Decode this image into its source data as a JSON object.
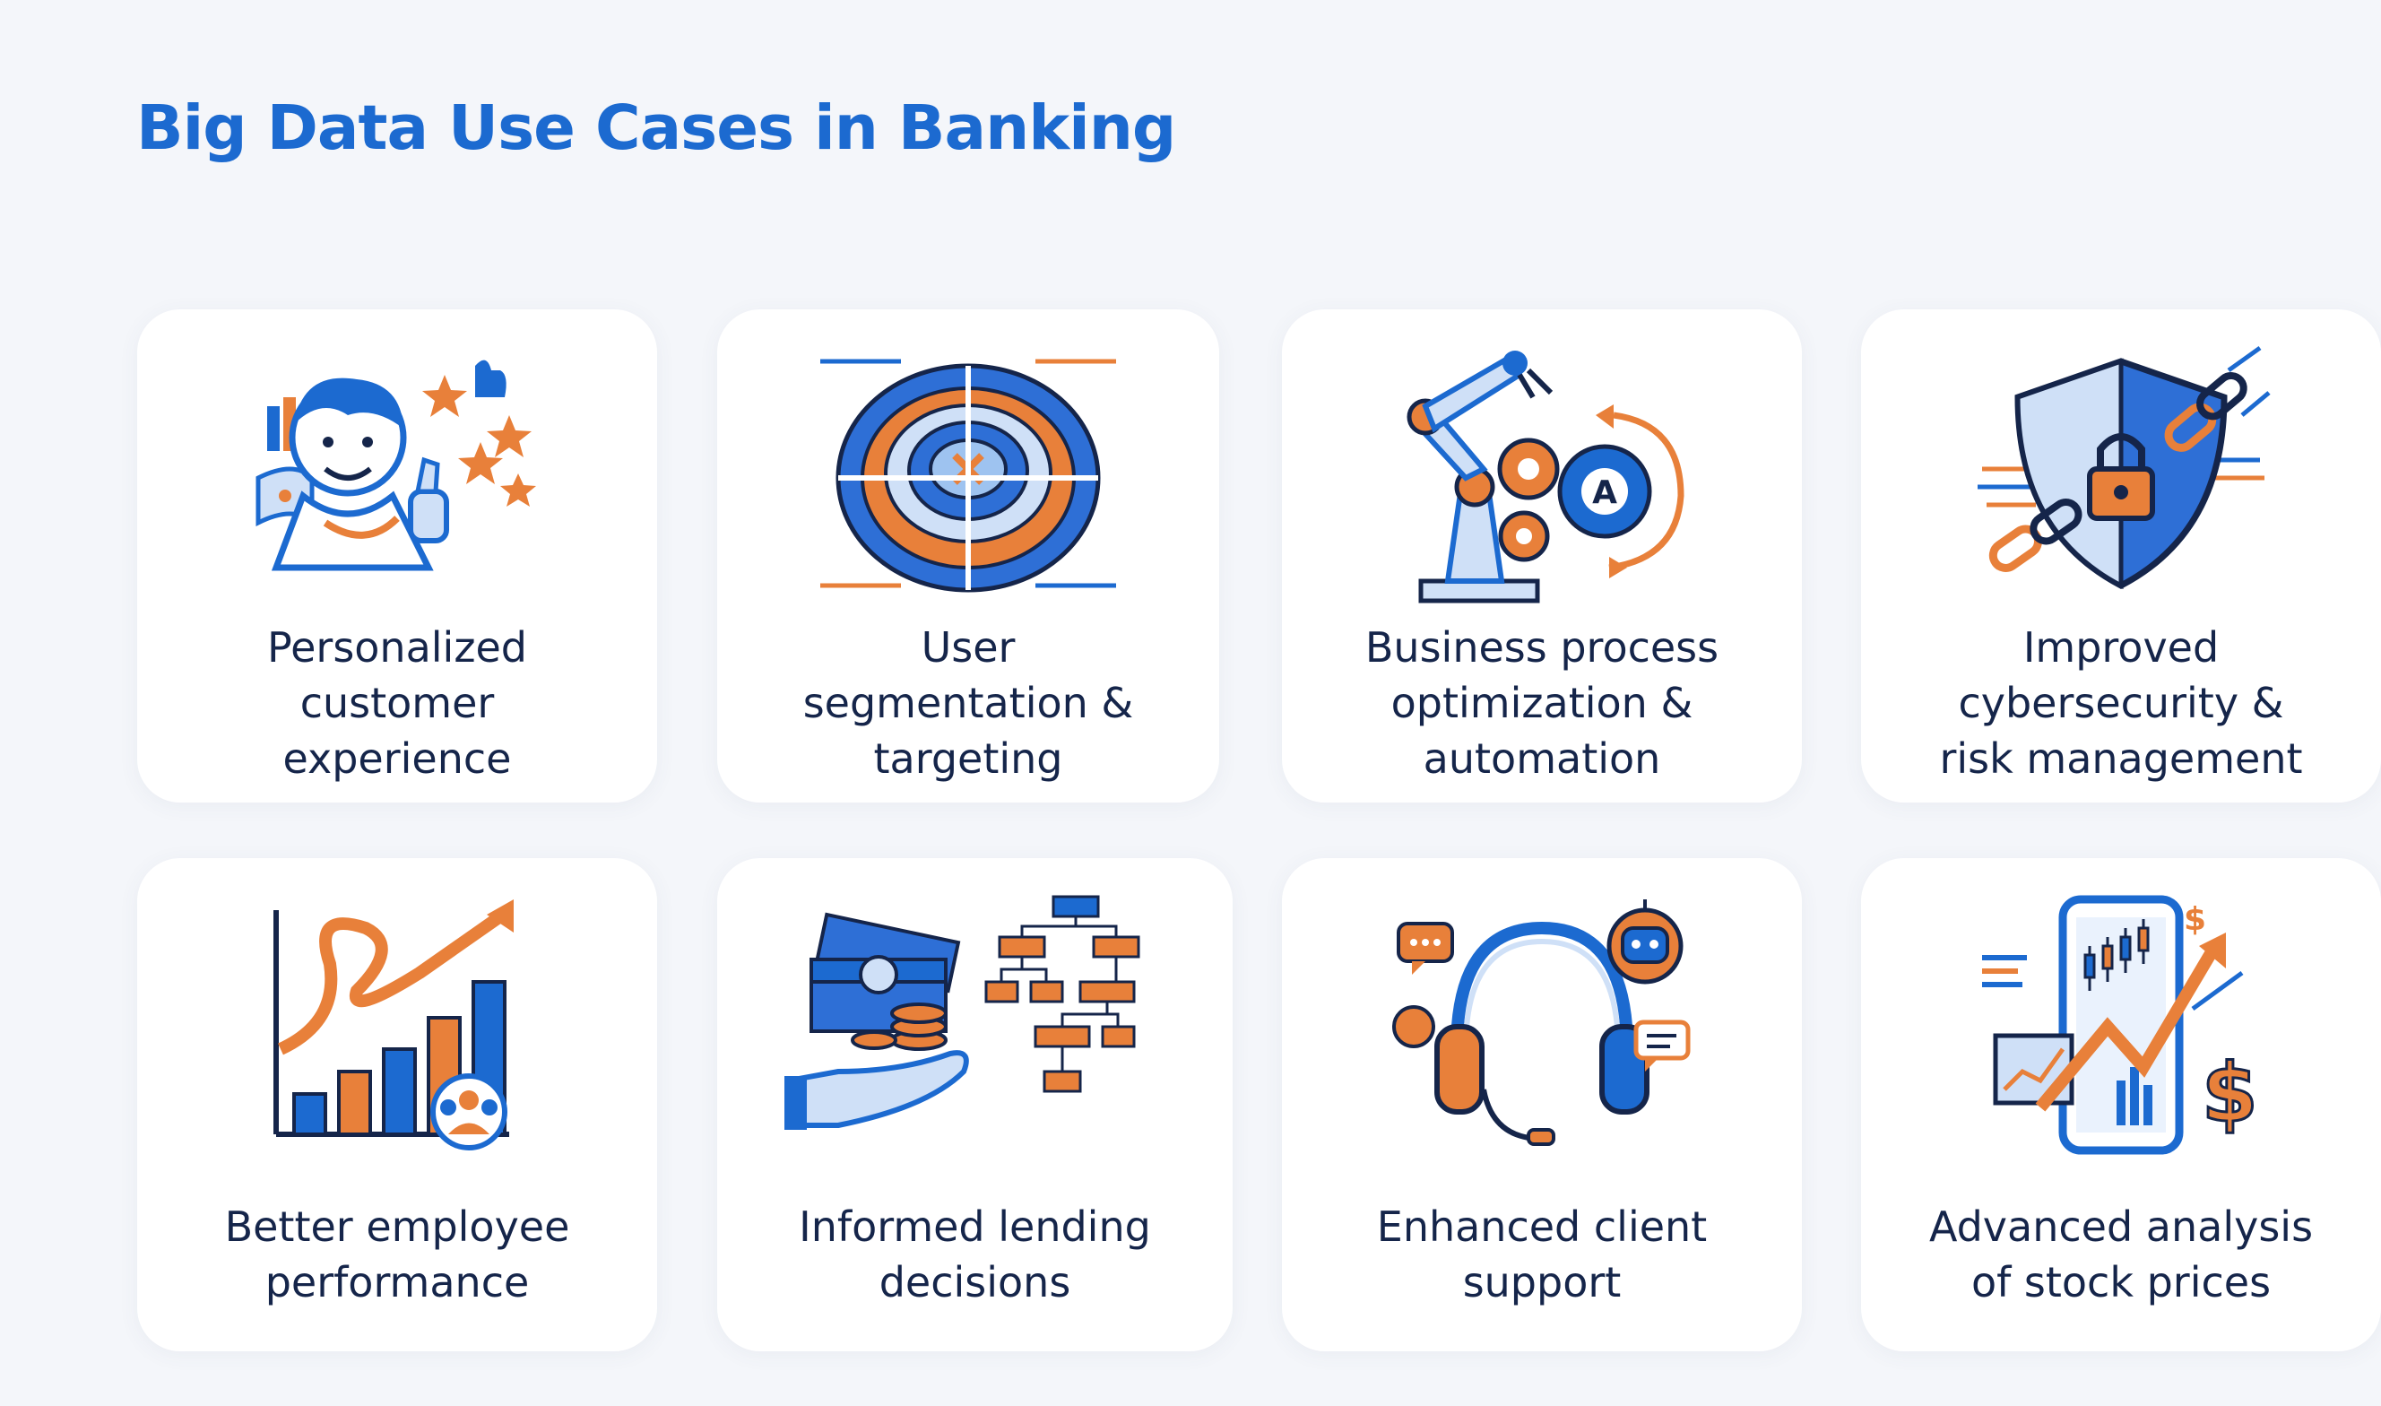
{
  "page": {
    "title": "Big Data Use Cases in Banking"
  },
  "colors": {
    "accent": "#1c6ad0",
    "orange": "#e8803a",
    "navy": "#15254a",
    "card_bg": "#ffffff",
    "page_bg": "#f4f6fa"
  },
  "cards": [
    {
      "icon": "customer-experience-icon",
      "lines": [
        "Personalized",
        "customer",
        "experience"
      ]
    },
    {
      "icon": "target-segmentation-icon",
      "lines": [
        "User",
        "segmentation &",
        "targeting"
      ]
    },
    {
      "icon": "robot-arm-automation-icon",
      "lines": [
        "Business process",
        "optimization &",
        "automation"
      ]
    },
    {
      "icon": "shield-lock-icon",
      "lines": [
        "Improved",
        "cybersecurity &",
        "risk management"
      ]
    },
    {
      "icon": "growth-chart-team-icon",
      "lines": [
        "Better employee",
        "performance"
      ]
    },
    {
      "icon": "money-hand-flowchart-icon",
      "lines": [
        "Informed lending",
        "decisions"
      ]
    },
    {
      "icon": "headset-support-icon",
      "lines": [
        "Enhanced client",
        "support"
      ]
    },
    {
      "icon": "stock-phone-chart-icon",
      "lines": [
        "Advanced analysis",
        "of stock prices"
      ]
    }
  ]
}
